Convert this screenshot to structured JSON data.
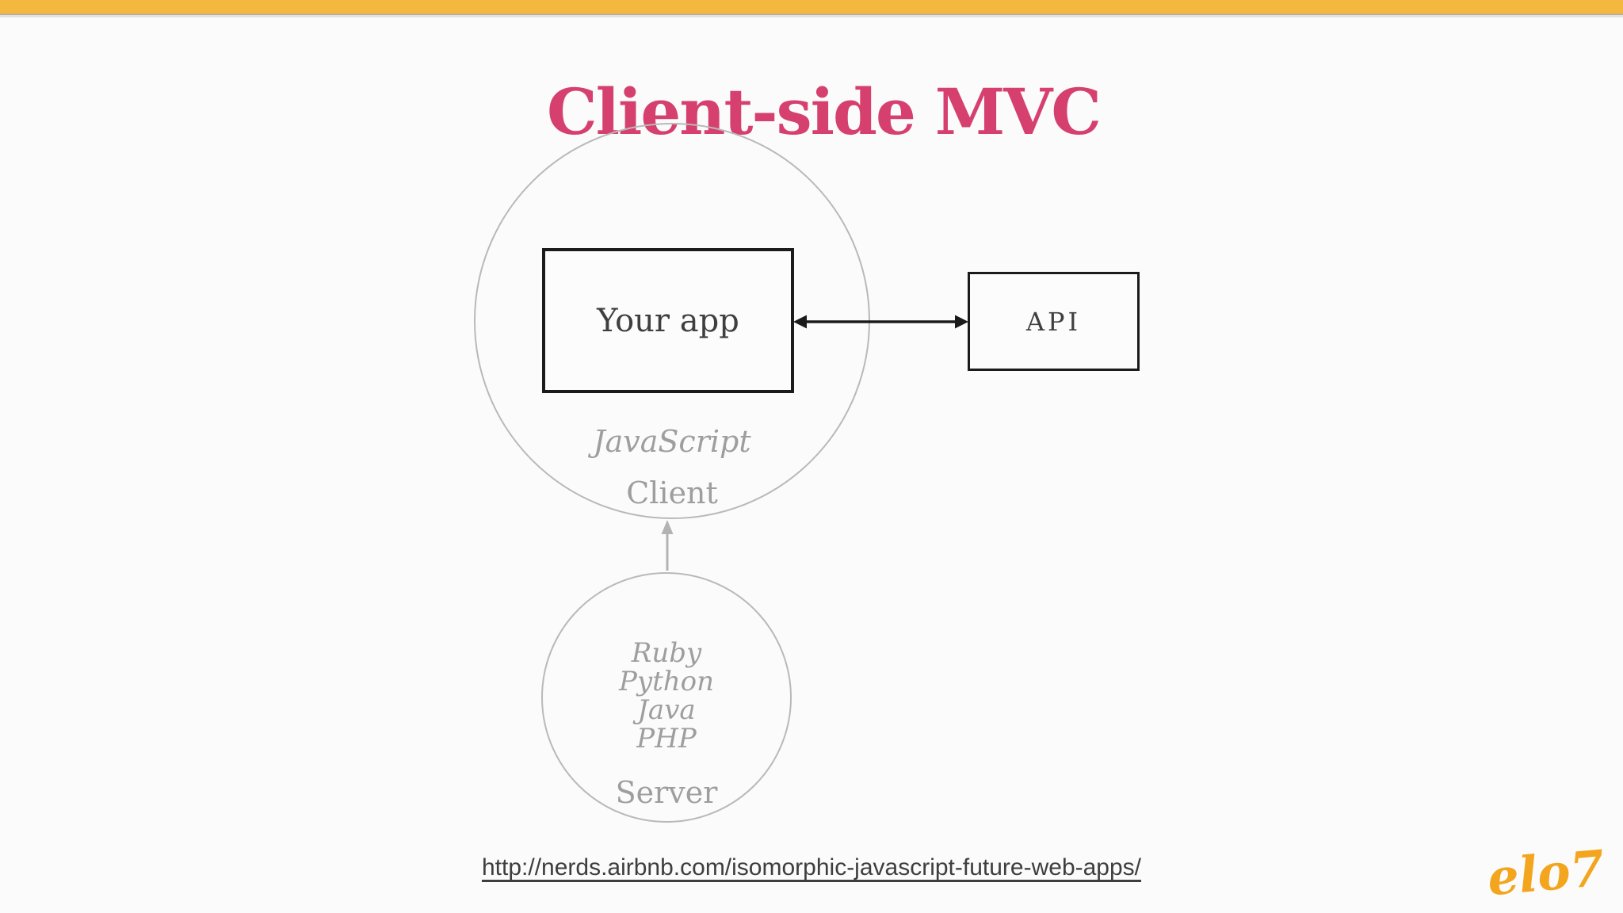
{
  "slide": {
    "title": "Client-side MVC",
    "client": {
      "app_box_label": "Your app",
      "language_label": "JavaScript",
      "circle_label": "Client"
    },
    "api": {
      "box_label": "API"
    },
    "server": {
      "languages": [
        "Ruby",
        "Python",
        "Java",
        "PHP"
      ],
      "circle_label": "Server"
    },
    "footer": {
      "source_url": "http://nerds.airbnb.com/isomorphic-javascript-future-web-apps/",
      "logo_text": "elo7"
    },
    "colors": {
      "top_bar": "#F5B83E",
      "title": "#D6406F",
      "box_border": "#1B1B1B",
      "dark_text": "#3F3F3F",
      "circle_stroke": "#B9B9B9",
      "muted_text": "#9E9E9E",
      "gray_arrow": "#B3B3B3",
      "logo_gold": "#F2A51D",
      "background": "#FBFBFB"
    }
  }
}
